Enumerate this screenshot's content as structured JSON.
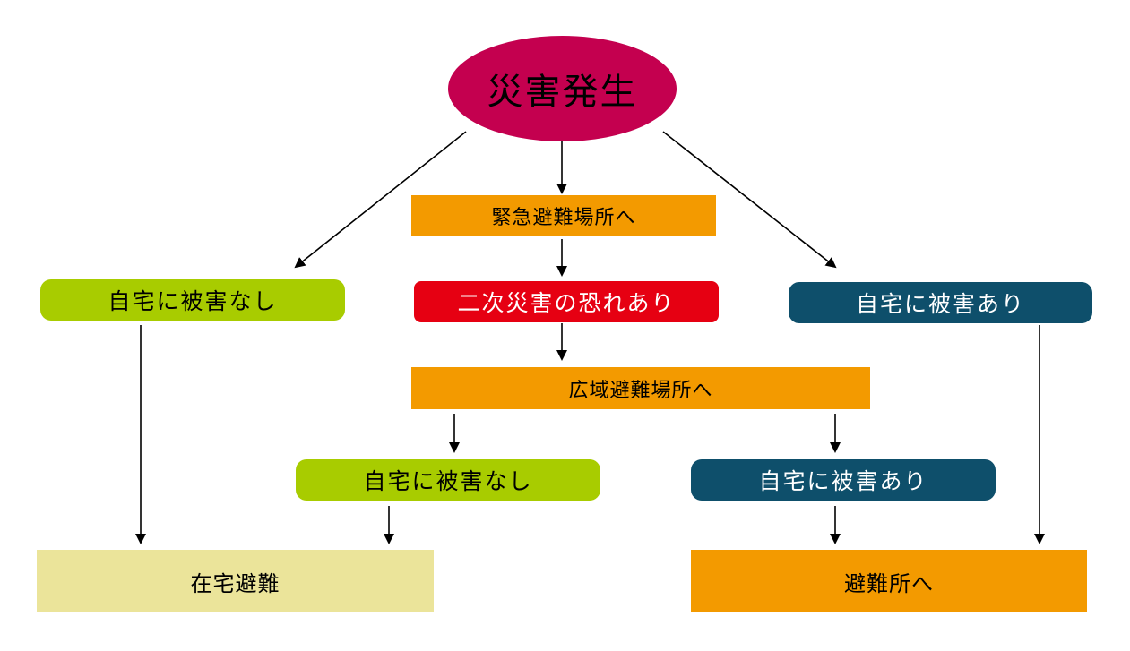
{
  "colors": {
    "ellipse": "#c4004f",
    "orange": "#f39a00",
    "green": "#a8cc00",
    "red": "#e60012",
    "teal": "#0e4f6b",
    "cream": "#ebe49a"
  },
  "nodes": {
    "start": "災害発生",
    "emergency_shelter": "緊急避難場所へ",
    "secondary_risk": "二次災害の恐れあり",
    "wide_area_shelter": "広域避難場所へ",
    "no_damage_left": "自宅に被害なし",
    "damage_right": "自宅に被害あり",
    "no_damage_mid": "自宅に被害なし",
    "damage_mid": "自宅に被害あり",
    "home_evacuation": "在宅避難",
    "to_shelter": "避難所へ"
  }
}
